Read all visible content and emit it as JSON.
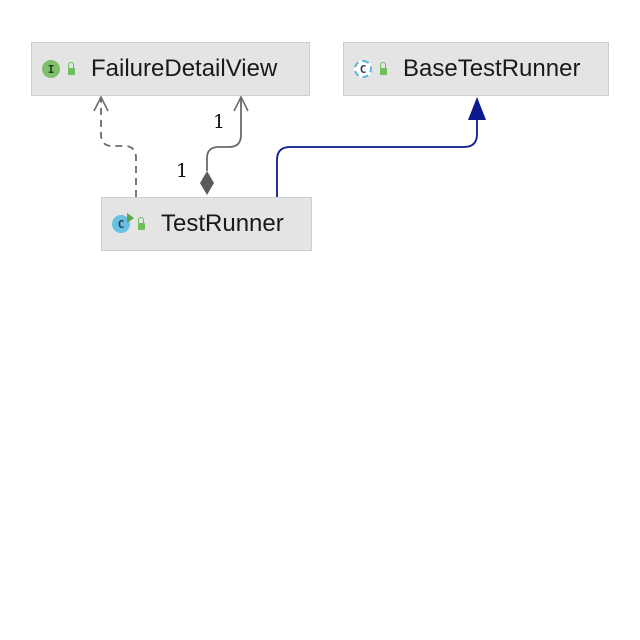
{
  "diagram": {
    "nodes": [
      {
        "id": "failure-detail-view",
        "name": "FailureDetailView",
        "kind": "interface",
        "badge": "I",
        "visibility": "public"
      },
      {
        "id": "base-test-runner",
        "name": "BaseTestRunner",
        "kind": "abstract class",
        "badge": "C",
        "visibility": "public"
      },
      {
        "id": "test-runner",
        "name": "TestRunner",
        "kind": "class",
        "badge": "C",
        "visibility": "public"
      }
    ],
    "edges": [
      {
        "from": "TestRunner",
        "to": "FailureDetailView",
        "type": "realization"
      },
      {
        "from": "TestRunner",
        "to": "FailureDetailView",
        "type": "composition",
        "source_multiplicity": "1",
        "target_multiplicity": "1"
      },
      {
        "from": "TestRunner",
        "to": "BaseTestRunner",
        "type": "generalization"
      }
    ],
    "colors": {
      "node_fill": "#e4e4e4",
      "interface_badge": "#7fbf6a",
      "class_badge": "#67c1e2",
      "realization_line": "#6b6b6b",
      "composition_line": "#6b6b6b",
      "generalization_line": "#0b1a8c"
    }
  }
}
